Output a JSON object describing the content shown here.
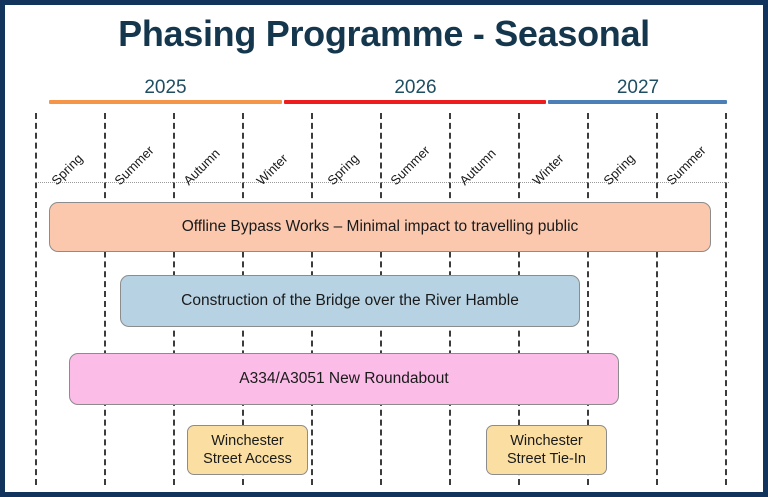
{
  "slide": {
    "title": "Phasing Programme - Seasonal",
    "border_color": "#12345c",
    "title_color": "#15374e"
  },
  "chart_data": {
    "type": "bar",
    "title": "Phasing Programme - Seasonal",
    "orientation": "horizontal-gantt",
    "xlabel": "",
    "ylabel": "",
    "grid": true,
    "legend": "none",
    "categories": [
      "Spring 2025",
      "Summer 2025",
      "Autumn 2025",
      "Winter 2025",
      "Spring 2026",
      "Summer 2026",
      "Autumn 2026",
      "Winter 2026",
      "Spring 2027",
      "Summer 2027"
    ],
    "years": [
      {
        "label": "2025",
        "color": "#F5954A",
        "start_index": 0,
        "span": 4
      },
      {
        "label": "2026",
        "color": "#EE1C1C",
        "start_index": 4,
        "span": 4
      },
      {
        "label": "2027",
        "color": "#4B7FB5",
        "start_index": 8,
        "span": 2
      }
    ],
    "series": [
      {
        "name": "Offline Bypass Works – Minimal impact to travelling public",
        "color": "#FBC8AE",
        "start_index": 0.2,
        "end_index": 9.75
      },
      {
        "name": "Construction of the Bridge over the River Hamble",
        "color": "#B7D2E3",
        "start_index": 1.25,
        "end_index": 7.85
      },
      {
        "name": "A334/A3051 New Roundabout",
        "color": "#FBBCE8",
        "start_index": 0.5,
        "end_index": 8.5
      },
      {
        "name": "Winchester Street Access",
        "color": "#FBDFA2",
        "start_index": 2.6,
        "end_index": 4.0
      },
      {
        "name": "Winchester Street Tie-In",
        "color": "#FBDFA2",
        "start_index": 6.6,
        "end_index": 8.0
      }
    ]
  },
  "timeline": {
    "years": [
      {
        "label": "2025",
        "color": "#F5954A"
      },
      {
        "label": "2026",
        "color": "#EE1C1C"
      },
      {
        "label": "2027",
        "color": "#4B7FB5"
      }
    ],
    "seasons": [
      "Spring",
      "Summer",
      "Autumn",
      "Winter",
      "Spring",
      "Summer",
      "Autumn",
      "Winter",
      "Spring",
      "Summer"
    ]
  },
  "tasks": [
    {
      "label": "Offline Bypass Works – Minimal impact to travelling public",
      "color": "#FBC8AE"
    },
    {
      "label": "Construction of the Bridge over the River Hamble",
      "color": "#B7D2E3"
    },
    {
      "label": "A334/A3051 New Roundabout",
      "color": "#FBBCE8"
    },
    {
      "label": "Winchester Street Access",
      "color": "#FBDFA2"
    },
    {
      "label": "Winchester Street Tie-In",
      "color": "#FBDFA2"
    }
  ]
}
